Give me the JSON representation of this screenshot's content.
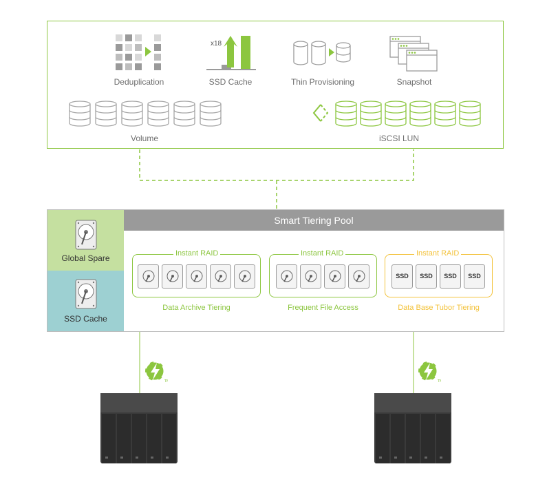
{
  "features": {
    "deduplication": "Deduplication",
    "ssd_cache": "SSD Cache",
    "ssd_cache_multiplier": "x18",
    "thin_provisioning": "Thin Provisioning",
    "snapshot": "Snapshot"
  },
  "storage": {
    "volume": "Volume",
    "iscsi_lun": "iSCSI LUN"
  },
  "pool": {
    "title": "Smart Tiering Pool",
    "global_spare": "Global Spare",
    "ssd_cache": "SSD Cache",
    "groups": [
      {
        "title": "Instant RAID",
        "caption": "Data Archive Tiering"
      },
      {
        "title": "Instant RAID",
        "caption": "Frequent File Access"
      },
      {
        "title": "Instant RAID",
        "caption": "Data Base Tubor Tiering",
        "drive_label": "SSD"
      }
    ]
  },
  "colors": {
    "green": "#8cc63f",
    "yellow": "#f3c23a",
    "gray": "#9a9a9a",
    "spare_bg": "#c5e0a0",
    "cache_bg": "#9dd0d2"
  },
  "icons": [
    "thunderbolt-icon",
    "nas-enclosure-icon",
    "hard-drive-icon",
    "database-icon"
  ]
}
